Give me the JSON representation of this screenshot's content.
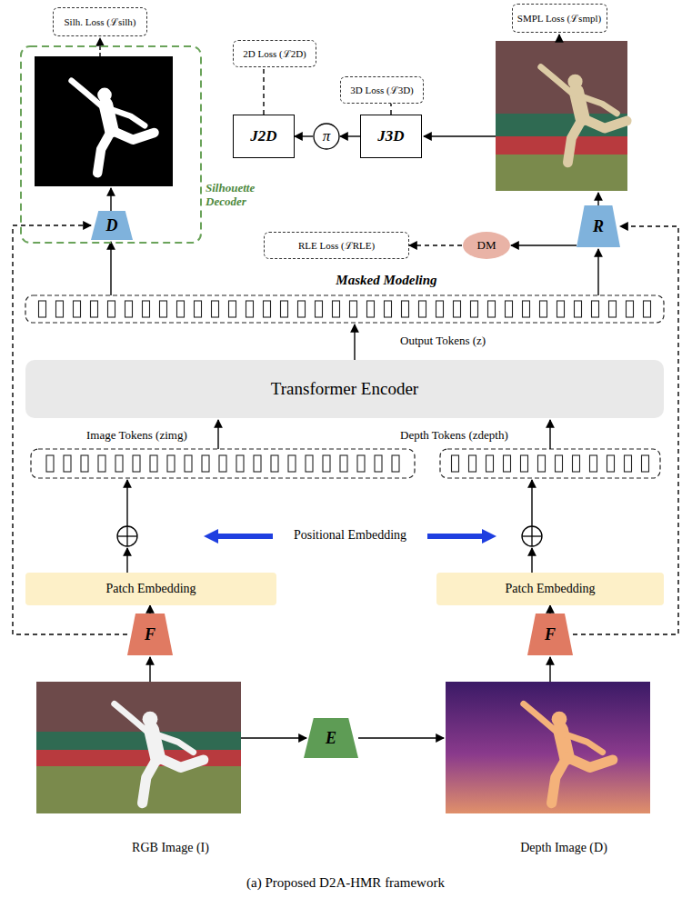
{
  "diagram": {
    "caption": "(a) Proposed D2A-HMR framework",
    "nodes": [
      {
        "text": [
          "Silh. Loss (ℒsilh)"
        ]
      },
      {
        "text": [
          "Silhouette Decoder"
        ]
      },
      {
        "text": [
          "D"
        ],
        "in": 1
      },
      {
        "text": [
          "2D Loss (ℒ2D)"
        ]
      },
      {
        "text": [
          "SMPL Loss (ℒsmpl)"
        ]
      },
      {
        "text": [
          "3D Loss (ℒ3D)"
        ]
      },
      {
        "text": [
          "J2D"
        ]
      },
      {
        "text": [
          "π"
        ]
      },
      {
        "text": [
          "J3D"
        ]
      },
      {
        "text": [
          "R"
        ]
      },
      {
        "text": [
          "DM"
        ]
      },
      {
        "text": [
          "RLE Loss (ℒRLE)"
        ]
      },
      {
        "text": [
          "Transformer Encoder"
        ]
      },
      {
        "text": [
          "Patch Embedding"
        ]
      },
      {
        "text": [
          "Patch Embedding"
        ]
      },
      {
        "text": [
          "F"
        ]
      },
      {
        "text": [
          "F"
        ]
      },
      {
        "text": [
          "E"
        ]
      }
    ],
    "edges": [
      {
        "from": 8,
        "to": 7,
        "arrow": "to"
      },
      {
        "from": 7,
        "to": 6,
        "arrow": "to"
      },
      {
        "from": 6,
        "to": 3,
        "arrow": "none"
      },
      {
        "from": 8,
        "to": 5,
        "arrow": "none"
      },
      {
        "from": 9,
        "to": 10,
        "arrow": "to"
      },
      {
        "from": 10,
        "to": 11,
        "arrow": "to"
      },
      {
        "from": 15,
        "to": 13,
        "arrow": "to"
      },
      {
        "from": 16,
        "to": 14,
        "arrow": "to"
      },
      {
        "from": 15,
        "to": 2,
        "arrow": "to"
      },
      {
        "from": 16,
        "to": 9,
        "arrow": "to"
      }
    ],
    "labels": [
      "Masked Modeling",
      "Output Tokens (z)",
      "Image Tokens (zimg)",
      "Depth Tokens (zdepth)",
      "Positional Embedding",
      "RGB Image (I)",
      "Depth Image (D)"
    ]
  }
}
